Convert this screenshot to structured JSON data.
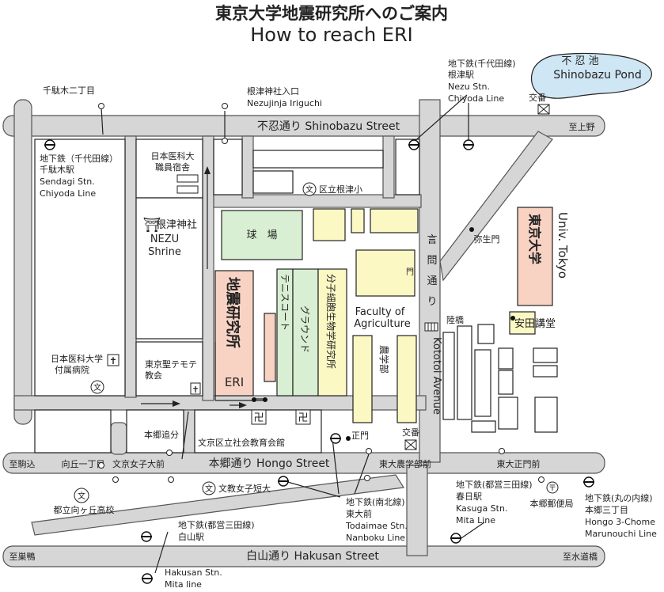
{
  "title": {
    "ja": "東京大学地震研究所へのご案内",
    "en": "How to reach ERI"
  },
  "streets": {
    "shinobazu": "不忍通り Shinobazu Street",
    "hongo": "本郷通り Hongo Street",
    "hakusan": "白山通り Hakusan Street",
    "kototoi_ja": [
      "言",
      "問",
      "通",
      "り"
    ],
    "kototoi_en": "Kototoi Avenue"
  },
  "directions": {
    "to_ueno": "至上野",
    "to_komagome": "至駒込",
    "to_sugamo": "至巣鴨",
    "to_suidobashi": "至水道橋"
  },
  "pond": {
    "ja": "不 忍 池",
    "en": "Shinobazu Pond"
  },
  "stations": {
    "nezu": [
      "地下鉄(千代田線)",
      "根津駅",
      "Nezu Stn.",
      "Chiyoda Line"
    ],
    "sendagi": [
      "地下鉄（千代田線）",
      "千駄木駅",
      "Sendagi Stn.",
      "Chiyoda Line"
    ],
    "todaimae": [
      "地下鉄(南北線)",
      "東大前",
      "Todaimae Stn.",
      "Nanboku Line"
    ],
    "kasuga": [
      "地下鉄(都営三田線)",
      "春日駅",
      "Kasuga Stn.",
      "Mita Line"
    ],
    "hakusan_ja": [
      "地下鉄(都営三田線)",
      "白山駅"
    ],
    "hakusan_en": [
      "Hakusan Stn.",
      "Mita line"
    ],
    "hongo3": [
      "地下鉄(丸の内線)",
      "本郷三丁目",
      "Hongo 3-Chome",
      "Marunouchi Line"
    ]
  },
  "bus_stops": {
    "sendagi2": "千駄木二丁目",
    "nezujinja": [
      "根津神社入口",
      "Nezujinja Iriguchi"
    ],
    "mukogaoka": "向丘一丁目",
    "joshidai": "文京女子大前",
    "oiwake": "本郷追分",
    "todai_nougaku": "東大農学部前",
    "todai_seimon": "東大正門前"
  },
  "places": {
    "nms_housing": [
      "日本医科大",
      "職員宿舎"
    ],
    "nezu_school": "区立根津小",
    "nezu_shrine_ja": "根津神社",
    "nezu_shrine_en": [
      "NEZU",
      "Shrine"
    ],
    "ballfield": "球　場",
    "tennis": "テニスコート",
    "ground": "グラウンド",
    "imcb": "分子細胞生物学研究所",
    "eri_ja": "地震研究所",
    "eri_en": "ERI",
    "agri_en": [
      "Faculty of",
      "Agriculture"
    ],
    "agri_ja": "農学部",
    "yayoi_gate": "弥生門",
    "todai_ja": "東京大学",
    "todai_en": "Univ. Tokyo",
    "yasuda": "安田講堂",
    "rikkyo": "陸橋",
    "gate_label": "門",
    "nms_hospital": [
      "日本医科大学",
      "付属病院"
    ],
    "church": [
      "東京聖テモテ",
      "教会"
    ],
    "kyoiku_kaikan": "文京区立社会教育会館",
    "mukogaoka_hs": "都立向ヶ丘高校",
    "bunkyo_jc": "文教女子短大",
    "seimon": "正門",
    "post_office": "本郷郵便局",
    "koban_north": "交番",
    "koban_south": "交番"
  },
  "icons": {
    "school": "文",
    "temple": "卍",
    "post": "〒",
    "church": "✝",
    "shrine": "⛩"
  },
  "colors": {
    "road": "#d6d6d6",
    "green": "#d9efd3",
    "yellow": "#fbf8c4",
    "pink": "#f8d3c4",
    "pond": "#cfe6f4"
  }
}
